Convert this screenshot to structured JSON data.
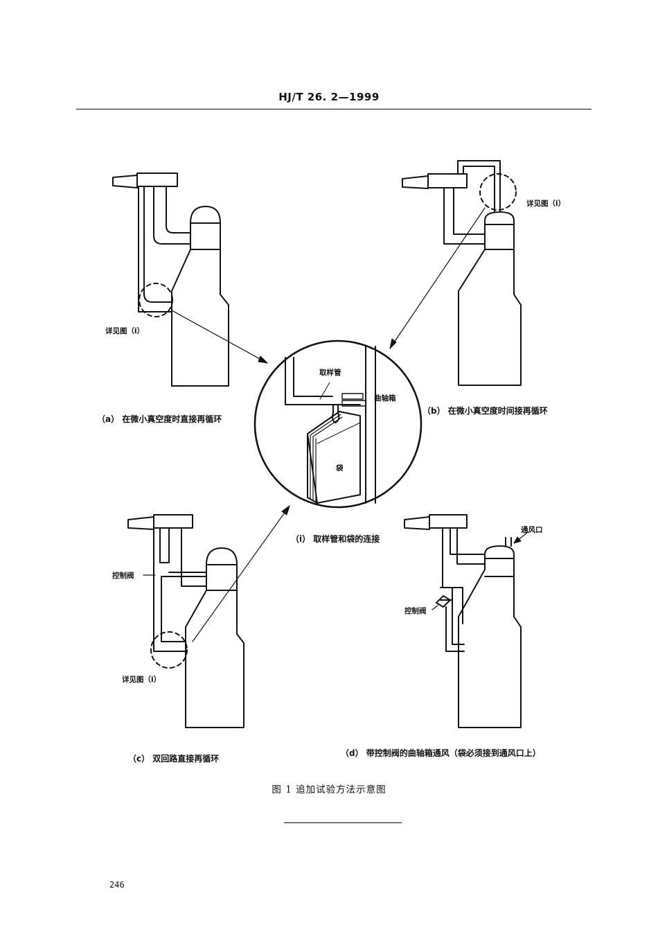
{
  "header": {
    "code": "HJ/T 26. 2—1999"
  },
  "labels": {
    "detail_a": "详见图（i）",
    "detail_b": "详见图（i）",
    "detail_c": "详见图（i）",
    "sampling_tube": "取样管",
    "crankcase": "曲轴箱",
    "bag": "袋",
    "control_valve_c": "控制阀",
    "control_valve_d": "控制阀",
    "vent": "通风口"
  },
  "captions": {
    "a": "（a） 在微小真空度时直接再循环",
    "b": "（b） 在微小真空度时间接再循环",
    "i": "（i） 取样管和袋的连接",
    "c": "（c） 双回路直接再循环",
    "d": "（d） 带控制阀的曲轴箱通风（袋必须接到通风口上）"
  },
  "figure_title": "图 1   追加试验方法示意图",
  "page_number": "246"
}
